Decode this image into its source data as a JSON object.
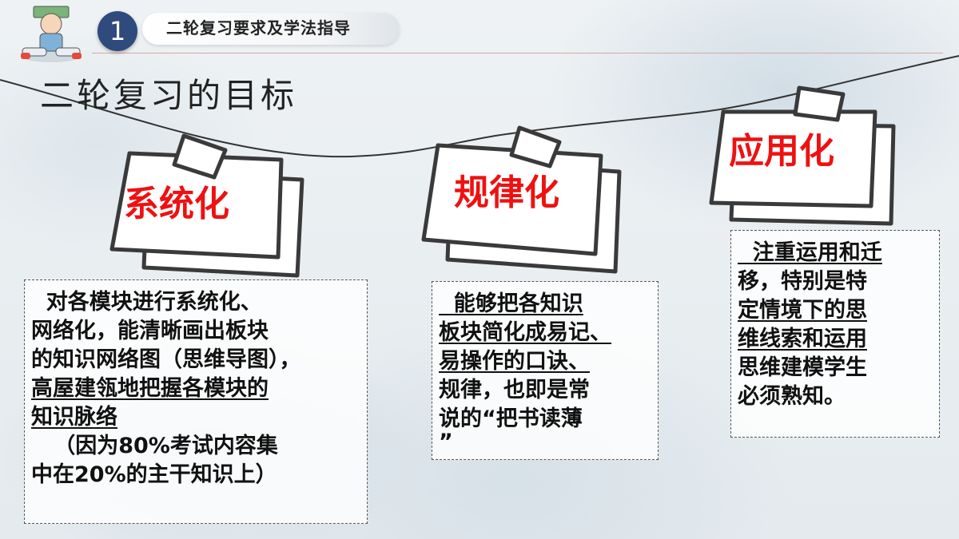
{
  "header": {
    "number": "1",
    "title": "二轮复习要求及学法指导"
  },
  "main_title": "二轮复习的目标",
  "cards": [
    {
      "label": "系统化",
      "lines": [
        "  对各模块进行系统化、",
        "网络化，能清晰画出板块",
        "的知识网络图（思维导图），",
        "高屋建瓴地把握各模块的",
        "知识脉络",
        "   （因为80%考试内容集",
        "中在20%的主干知识上）"
      ]
    },
    {
      "label": "规律化",
      "lines": [
        "  能够把各知识",
        "板块简化成易记、",
        "易操作的口诀、",
        "规律，也即是常",
        "说的“把书读薄",
        "”"
      ]
    },
    {
      "label": "应用化",
      "lines": [
        "  注重运用和迁",
        "移，特别是特",
        "定情境下的思",
        "维线索和运用",
        "思维建模学生",
        "必须熟知。"
      ]
    }
  ],
  "colors": {
    "accent_red": "#e11111",
    "header_circle": "#2f4a7c",
    "note_stroke": "#3a3a3a"
  }
}
